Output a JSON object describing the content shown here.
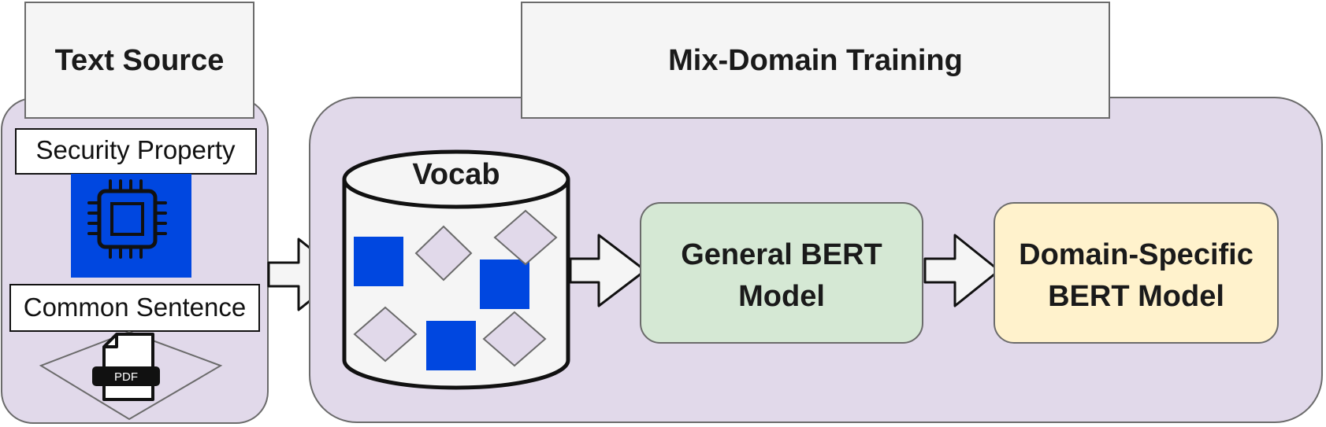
{
  "text_source": {
    "title": "Text Source",
    "security_label": "Security Property",
    "common_label": "Common Sentence",
    "pdf_badge": "PDF",
    "chip_icon": "chip-icon",
    "document_icon": "pdf-document-icon"
  },
  "mix_domain": {
    "title": "Mix-Domain Training",
    "vocab_label": "Vocab",
    "general_model_line1": "General BERT",
    "general_model_line2": "Model",
    "domain_model_line1": "Domain-Specific",
    "domain_model_line2": "BERT Model"
  },
  "colors": {
    "panel_fill": "#e1d9ea",
    "panel_stroke": "#6b6b6b",
    "blue_square": "#0047e0",
    "diamond_fill": "#e1d9ea",
    "general_fill": "#d5e8d4",
    "domain_fill": "#fff2cc",
    "arrow_fill": "#f5f5f5"
  }
}
